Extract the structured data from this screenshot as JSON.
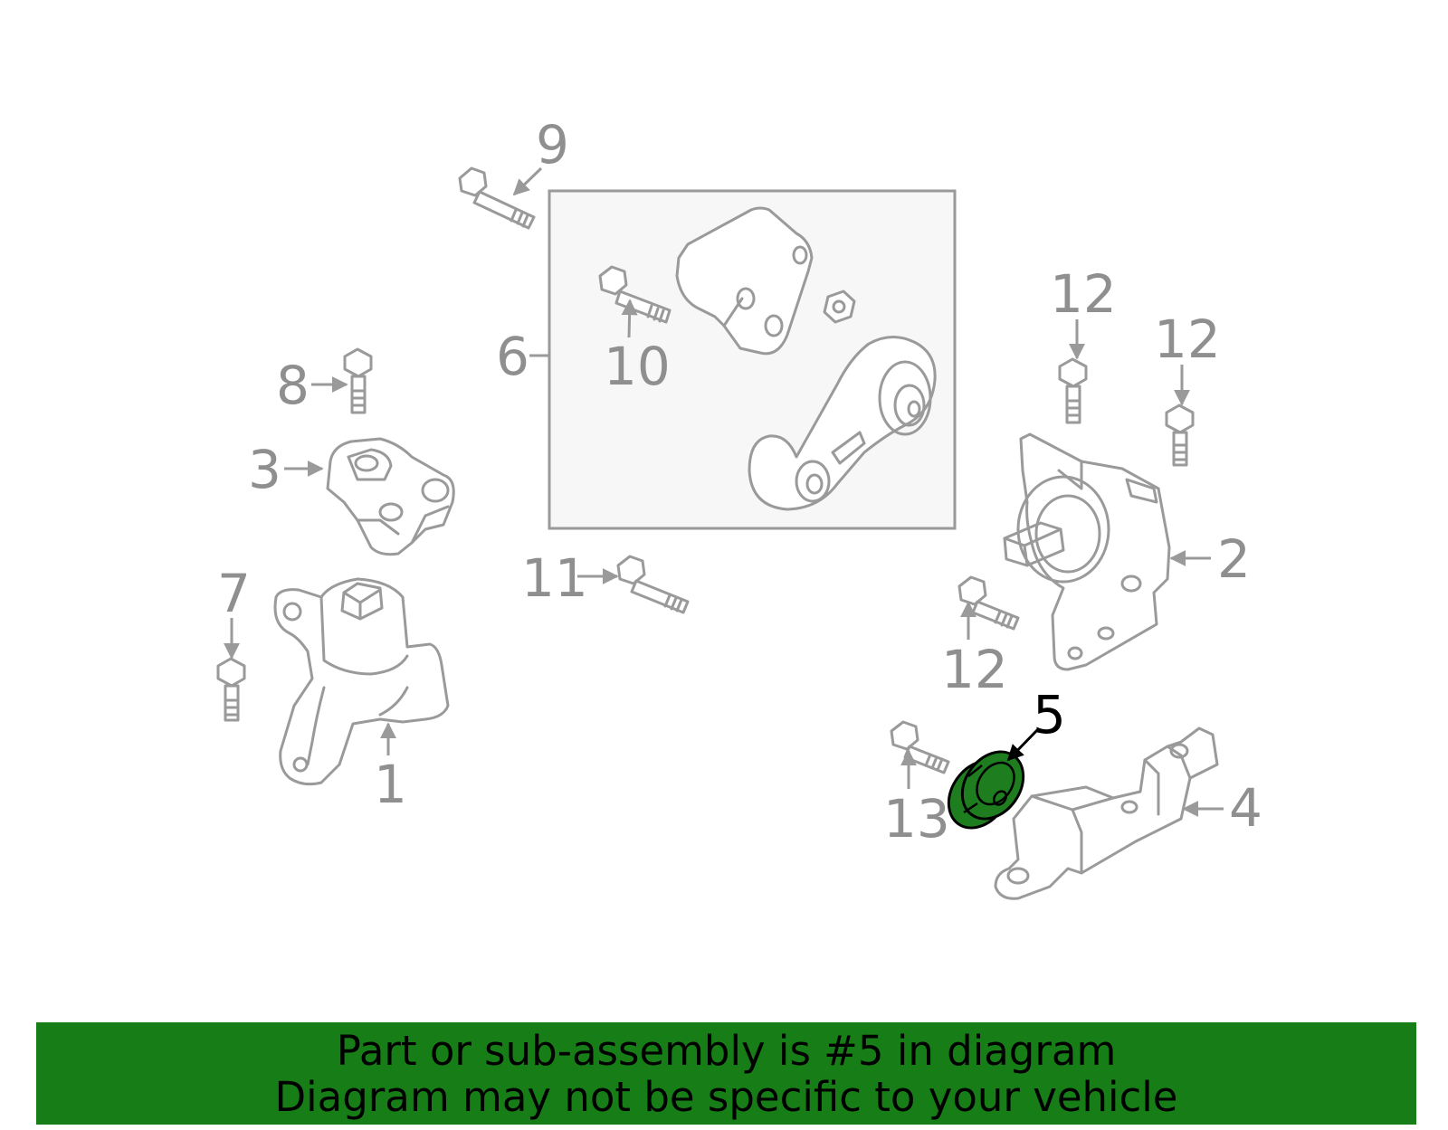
{
  "banner": {
    "line1": "Part or sub-assembly is #5 in diagram",
    "line2": "Diagram may not be specific to your vehicle",
    "color": "#177d17"
  },
  "diagram": {
    "highlight_color": "#1e7d1e",
    "highlighted_part": "5",
    "callouts": [
      "1",
      "2",
      "3",
      "4",
      "5",
      "6",
      "7",
      "8",
      "9",
      "10",
      "11",
      "12",
      "12",
      "12",
      "13"
    ]
  }
}
